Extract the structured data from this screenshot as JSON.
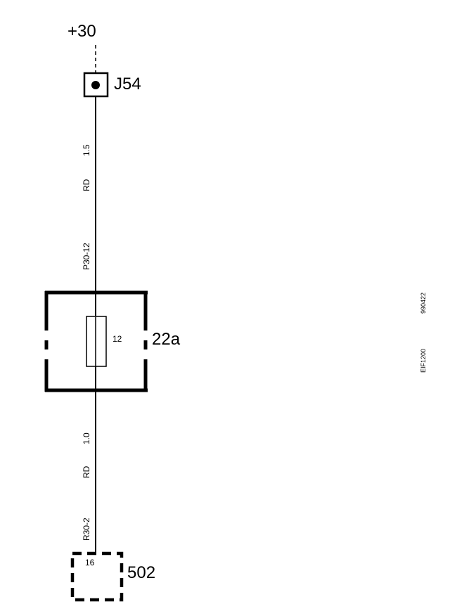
{
  "supply": {
    "label": "+30"
  },
  "connector_top": {
    "label": "J54"
  },
  "wire_upper": {
    "size": "1.5",
    "color": "RD",
    "id": "P30-12"
  },
  "fuse": {
    "number": "12",
    "box_label": "22a"
  },
  "wire_lower": {
    "size": "1.0",
    "color": "RD",
    "id": "R30-2"
  },
  "connector_bottom": {
    "pin": "16",
    "label": "502"
  },
  "side_codes": {
    "figure_id": "EIF1200",
    "date_code": "990422"
  }
}
